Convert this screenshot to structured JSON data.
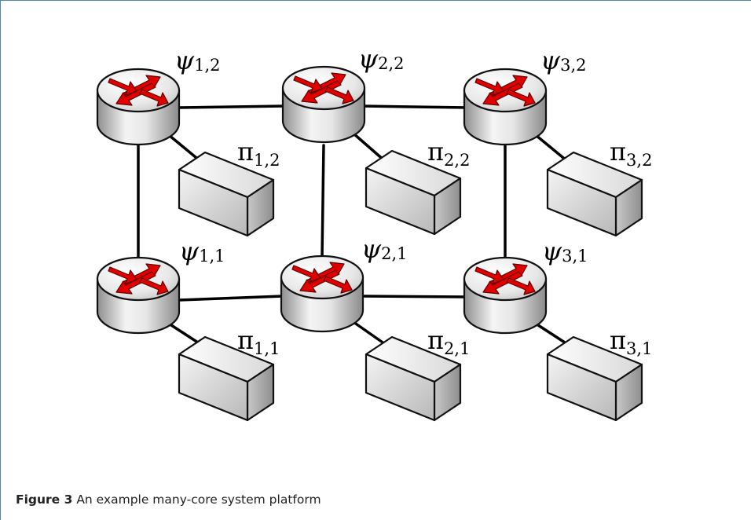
{
  "caption": {
    "figure_label": "Figure 3",
    "text": "An example many-core system platform"
  },
  "routers": [
    {
      "symbol": "ψ",
      "sub": "1,2"
    },
    {
      "symbol": "ψ",
      "sub": "2,2"
    },
    {
      "symbol": "ψ",
      "sub": "3,2"
    },
    {
      "symbol": "ψ",
      "sub": "1,1"
    },
    {
      "symbol": "ψ",
      "sub": "2,1"
    },
    {
      "symbol": "ψ",
      "sub": "3,1"
    }
  ],
  "cores": [
    {
      "symbol": "π",
      "sub": "1,2"
    },
    {
      "symbol": "π",
      "sub": "2,2"
    },
    {
      "symbol": "π",
      "sub": "3,2"
    },
    {
      "symbol": "π",
      "sub": "1,1"
    },
    {
      "symbol": "π",
      "sub": "2,1"
    },
    {
      "symbol": "π",
      "sub": "3,1"
    }
  ],
  "colors": {
    "router_arrows": "#e00000",
    "device_body": "#d6d6d6",
    "links": "#000000"
  },
  "icons": {
    "router": "router-icon",
    "core": "processor-box-icon"
  }
}
